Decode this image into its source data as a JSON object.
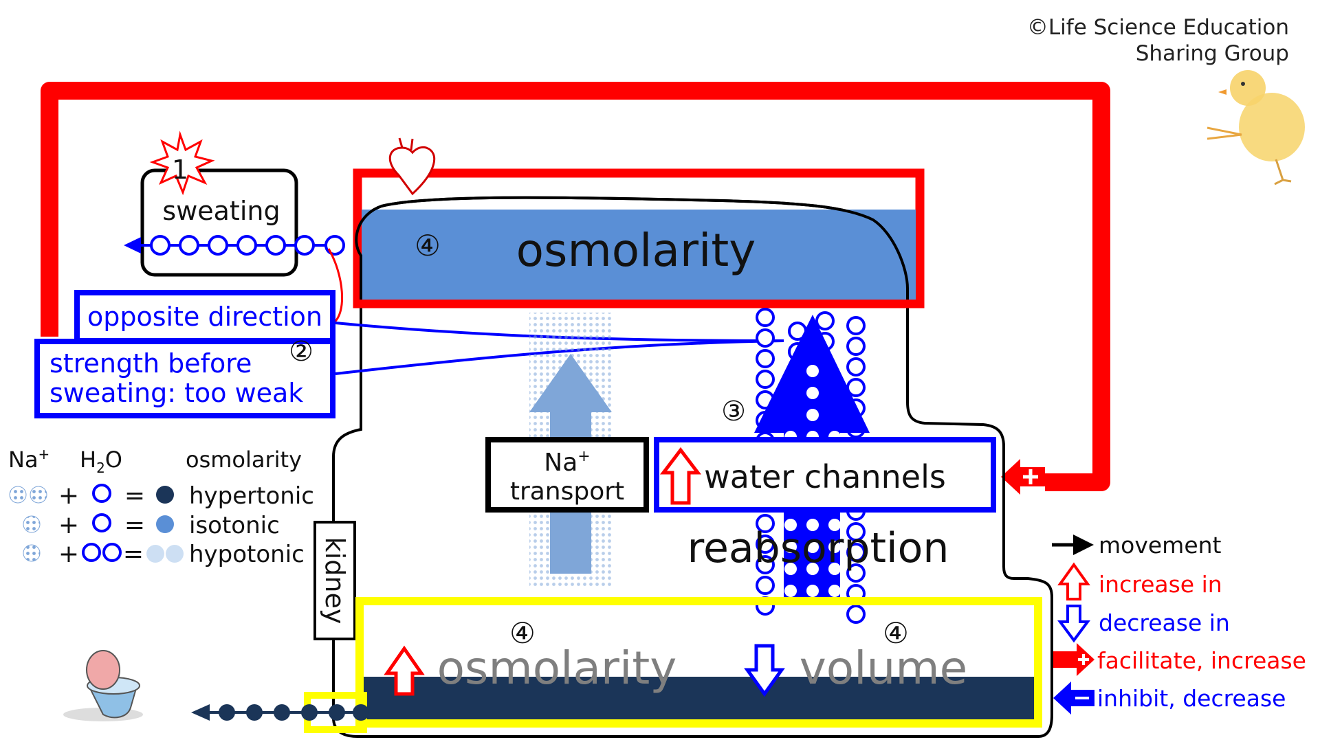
{
  "credit": {
    "line1": "©Life Science Education",
    "line2": "Sharing Group"
  },
  "step_markers": {
    "one": "1",
    "two": "②",
    "three": "③",
    "four": "④"
  },
  "boxes": {
    "sweating": "sweating",
    "blood_osmolarity": "osmolarity",
    "opposite_direction": "opposite direction",
    "strength_line1": "strength before",
    "strength_line2": "sweating: too weak",
    "na_transport_line1": "Na",
    "na_transport_sup": "+",
    "na_transport_line2": "transport",
    "water_channels": "water channels",
    "reabsorption": "reabsorption",
    "kidney": "kidney",
    "urine_osmolarity": "osmolarity",
    "urine_volume": "volume"
  },
  "legend_left": {
    "na_label": "Na",
    "na_sup": "+",
    "h2o_label_h": "H",
    "h2o_label_sub": "2",
    "h2o_label_o": "O",
    "osm_header": "osmolarity",
    "plus": "+",
    "equals": "=",
    "hypertonic": "hypertonic",
    "isotonic": "isotonic",
    "hypotonic": "hypotonic"
  },
  "legend_right": {
    "movement": "movement",
    "increase": "increase in",
    "decrease": "decrease in",
    "facilitate": "facilitate, increase",
    "inhibit": "inhibit, decrease"
  },
  "colors": {
    "red": "#ff0000",
    "blue": "#0000ff",
    "light_blue": "#5a8fd6",
    "dark_navy": "#1b3558",
    "yellow": "#ffff00",
    "gray_text": "#7f7f7f"
  }
}
